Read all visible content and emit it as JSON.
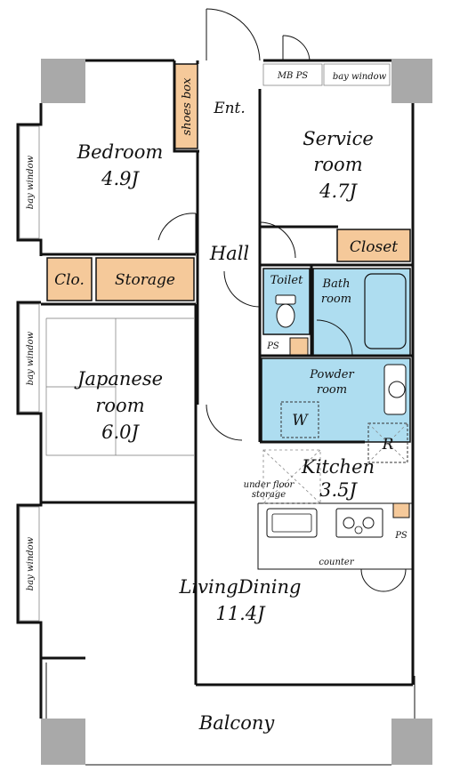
{
  "colors": {
    "wet_area": "#aeddf0",
    "storage": "#f5c99a",
    "pillar": "#a9a9a9",
    "wall": "#111111"
  },
  "rooms": {
    "bedroom": {
      "name": "Bedroom",
      "size": "4.9J"
    },
    "service_room": {
      "name1": "Service",
      "name2": "room",
      "size": "4.7J"
    },
    "japanese_room": {
      "name1": "Japanese",
      "name2": "room",
      "size": "6.0J"
    },
    "living_dining": {
      "name": "LivingDining",
      "size": "11.4J"
    },
    "kitchen": {
      "name": "Kitchen",
      "size": "3.5J"
    },
    "hall": "Hall",
    "entrance": "Ent.",
    "balcony": "Balcony",
    "toilet": "Toilet",
    "bath": {
      "line1": "Bath",
      "line2": "room"
    },
    "powder": {
      "line1": "Powder",
      "line2": "room"
    }
  },
  "fixtures": {
    "shoes_box": "shoes box",
    "closet": "Closet",
    "clo": "Clo.",
    "storage": "Storage",
    "mb_ps": "MB  PS",
    "ps": "PS",
    "washer": "W",
    "fridge": "R",
    "counter": "counter",
    "under_floor_1": "under floor",
    "under_floor_2": "storage",
    "bay_window": "bay window"
  }
}
